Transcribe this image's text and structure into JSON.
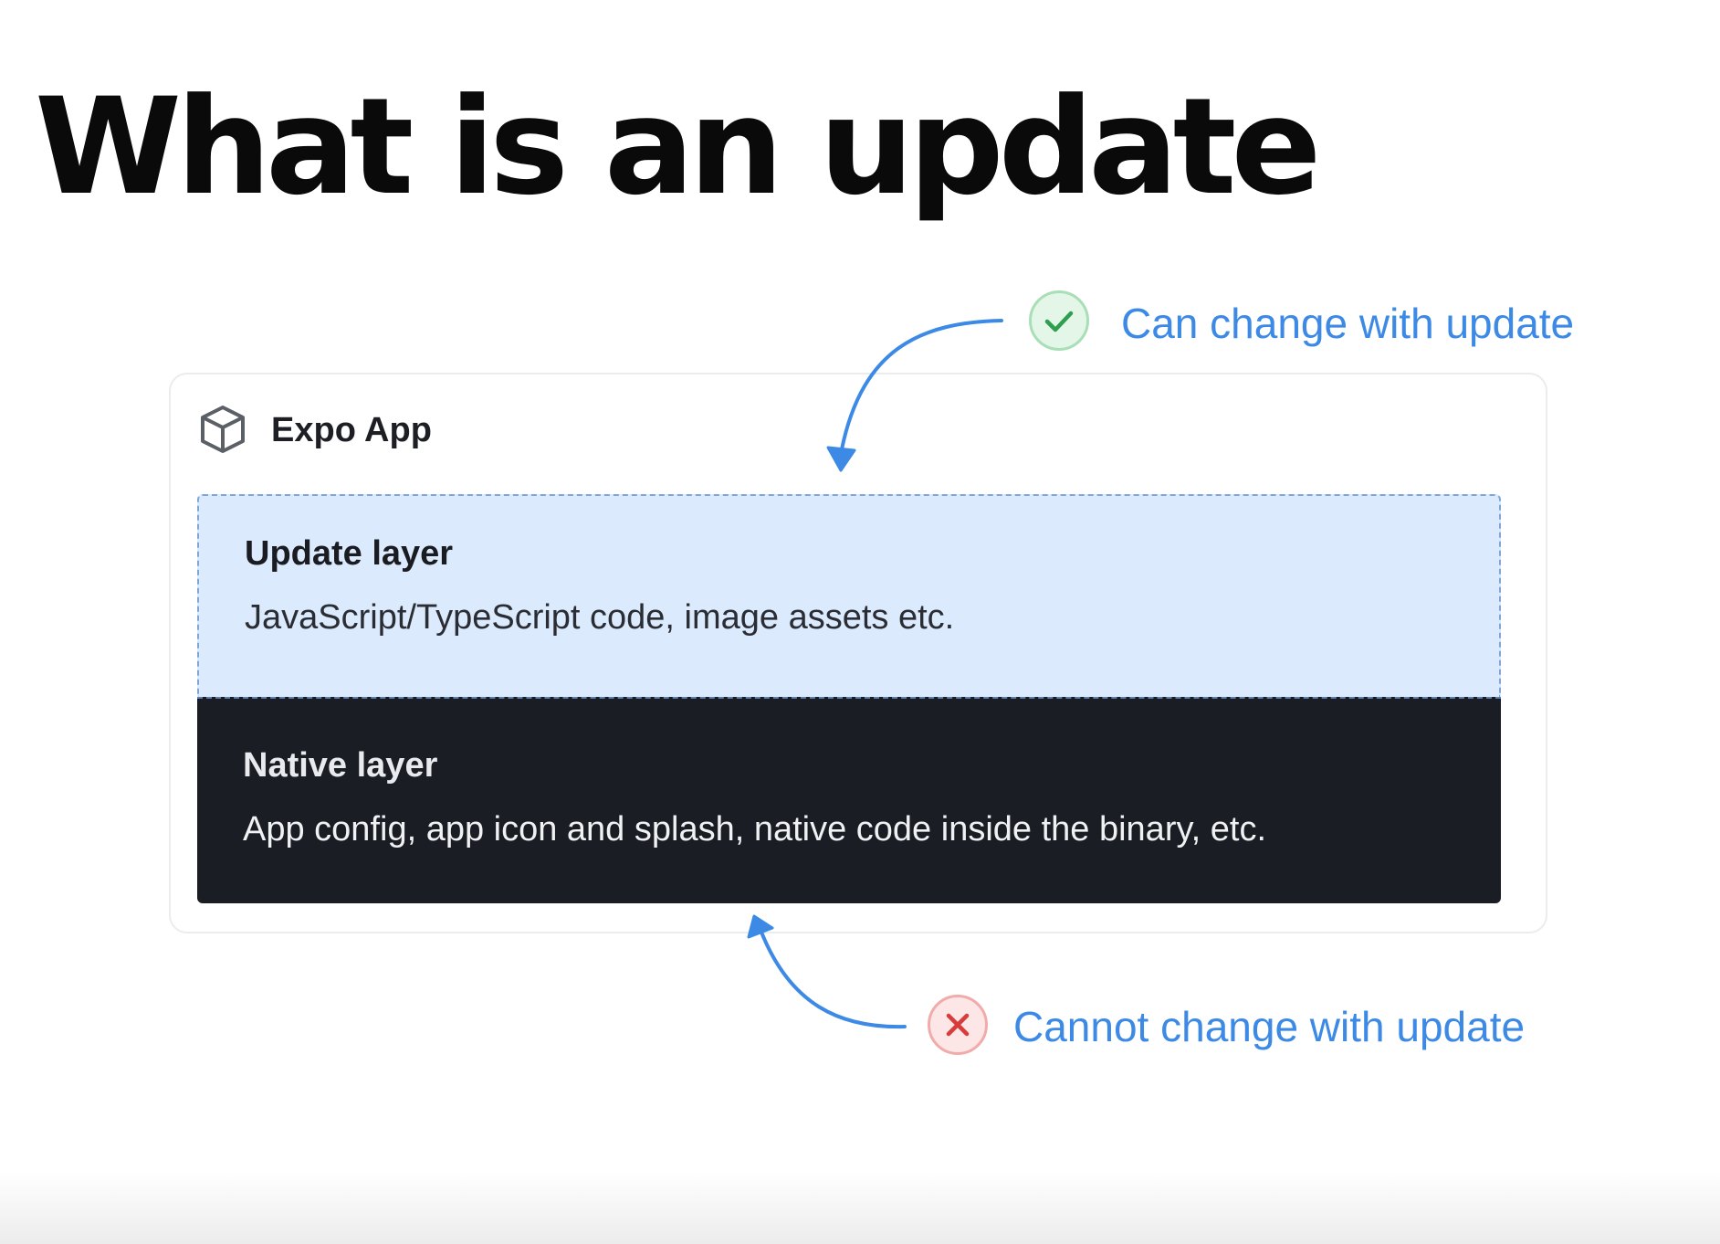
{
  "slide": {
    "title": "What is an update"
  },
  "card": {
    "icon": "package-cube-icon",
    "title": "Expo App",
    "update_layer": {
      "title": "Update layer",
      "description": "JavaScript/TypeScript code, image assets etc."
    },
    "native_layer": {
      "title": "Native layer",
      "description": "App config, app icon and splash, native code inside the binary, etc."
    }
  },
  "callouts": {
    "can_change": {
      "icon": "check-circle-icon",
      "label": "Can change with update"
    },
    "cannot_change": {
      "icon": "x-circle-icon",
      "label": "Cannot change with update"
    }
  },
  "colors": {
    "accent_blue": "#3d8ae6",
    "update_layer_bg": "#dbeafd",
    "native_layer_bg": "#1b1d24",
    "success_green": "#2e9e4f",
    "error_red": "#d93b3b"
  }
}
